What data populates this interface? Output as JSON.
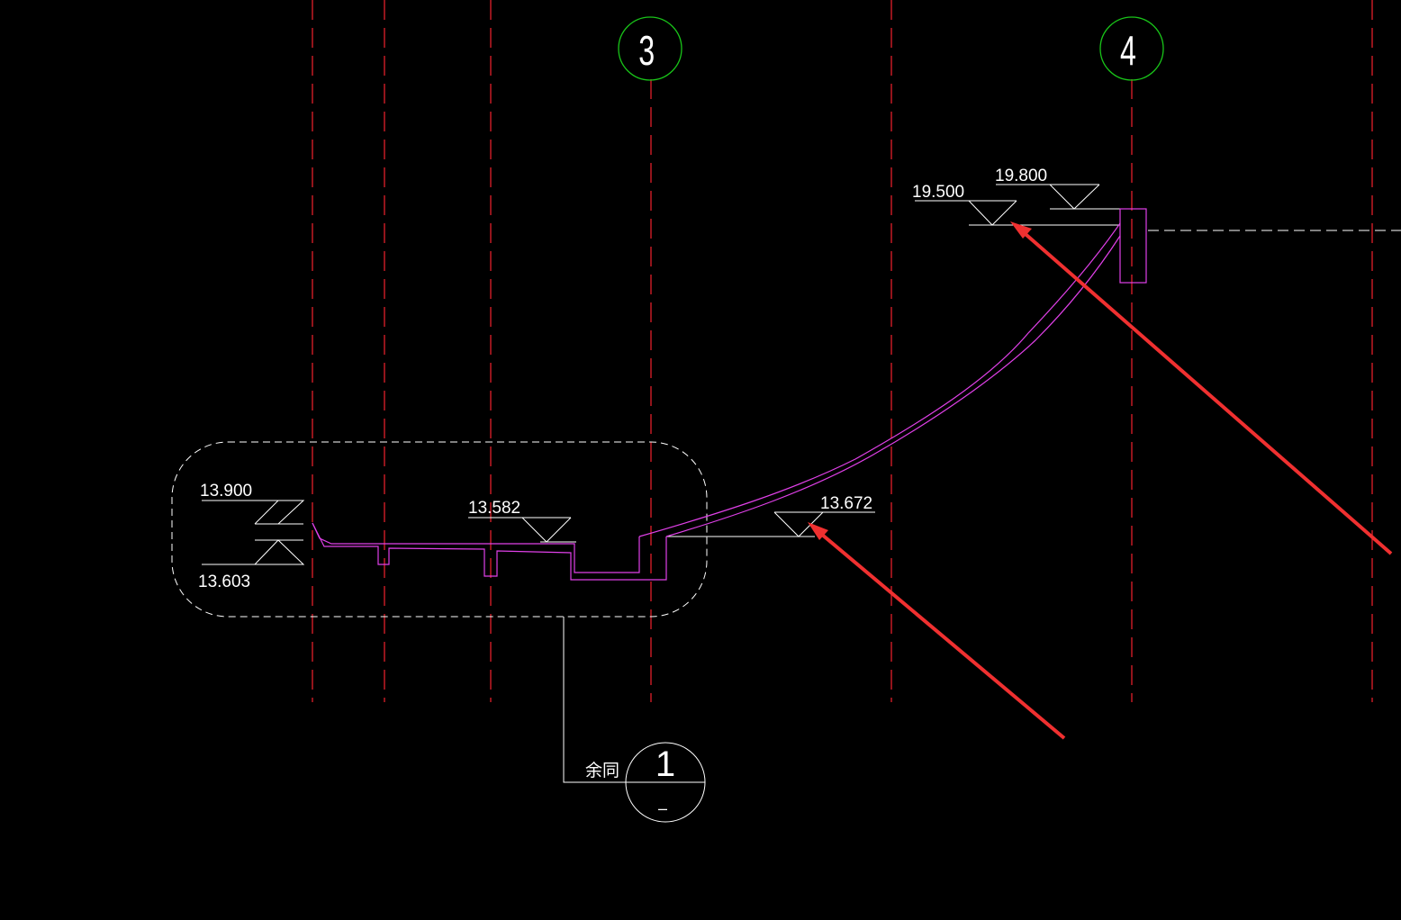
{
  "colors": {
    "background": "#000000",
    "grid_line": "#e0202a",
    "axis_bubble": "#19c419",
    "section_outline": "#e040e8",
    "annotation": "#ffffff",
    "arrow": "#f03030"
  },
  "axis_bubbles": [
    {
      "label": "3"
    },
    {
      "label": "4"
    }
  ],
  "elevations": {
    "el_13900": "13.900",
    "el_13603": "13.603",
    "el_13582": "13.582",
    "el_13672": "13.672",
    "el_19500": "19.500",
    "el_19800": "19.800"
  },
  "detail_callout": {
    "note": "余同",
    "number": "1",
    "sheet": "–"
  },
  "arrows": [
    {
      "name": "arrow-to-19500"
    },
    {
      "name": "arrow-to-13672"
    }
  ]
}
